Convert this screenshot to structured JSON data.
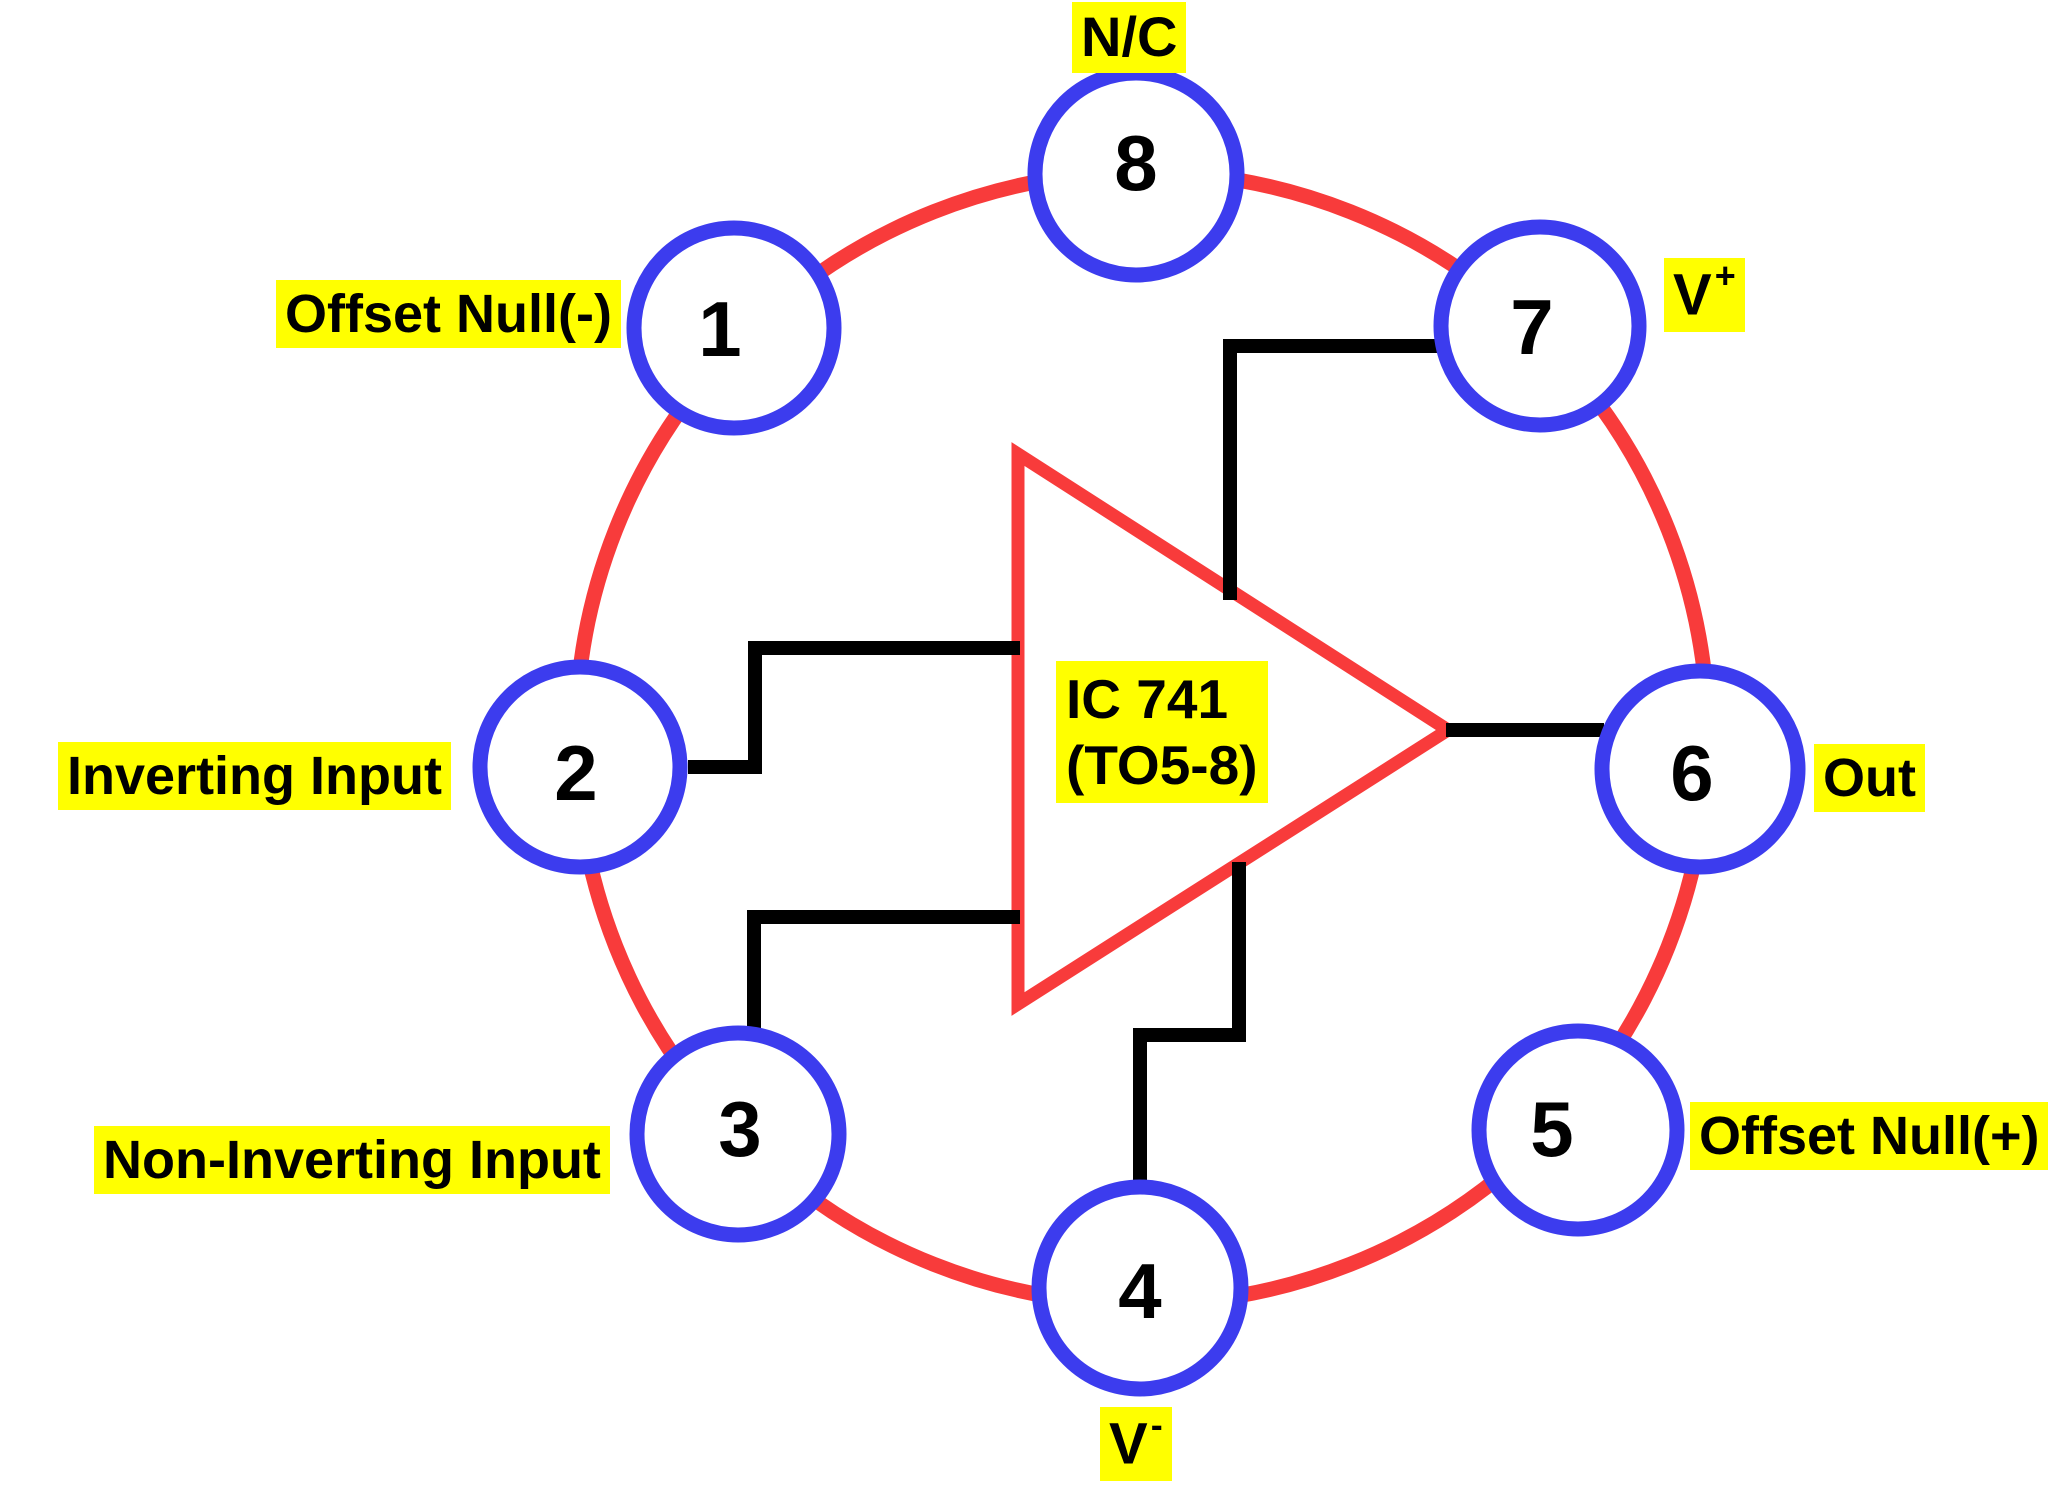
{
  "diagram": {
    "ic": {
      "line1": "IC 741",
      "line2": "(TO5-8)"
    },
    "pins": [
      {
        "number": "1",
        "label": "Offset Null(-)"
      },
      {
        "number": "2",
        "label": "Inverting Input"
      },
      {
        "number": "3",
        "label": "Non-Inverting Input"
      },
      {
        "number": "4",
        "label_base": "V",
        "label_sup": "-"
      },
      {
        "number": "5",
        "label": "Offset Null(+)"
      },
      {
        "number": "6",
        "label": "Out"
      },
      {
        "number": "7",
        "label_base": "V",
        "label_sup": "+"
      },
      {
        "number": "8",
        "label": "N/C"
      }
    ],
    "colors": {
      "package_outline": "#F83B3B",
      "opamp_triangle": "#F83B3B",
      "pin_circle": "#3C3CEE",
      "wire": "#000000",
      "label_highlight": "#FFFF00",
      "text": "#000000",
      "background": "#FFFFFF"
    }
  }
}
